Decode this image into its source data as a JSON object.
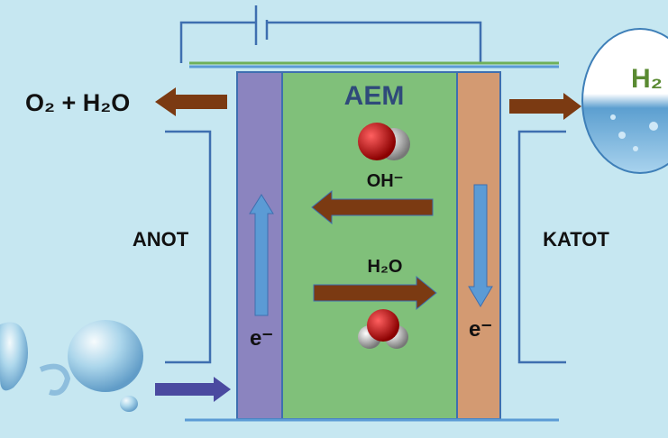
{
  "labels": {
    "anode_output": "O₂ + H₂O",
    "membrane": "AEM",
    "hydroxide": "OH⁻",
    "water": "H₂O",
    "anode": "ANOT",
    "cathode": "KATOT",
    "electron_left": "e⁻",
    "electron_right": "e⁻",
    "hydrogen": "H₂"
  },
  "colors": {
    "background": "#c6e7f1",
    "anode_layer": "#8b84bf",
    "membrane": "#80c07a",
    "cathode_layer": "#d39a72",
    "flow_arrow": "#7b3a12",
    "electron_arrow": "#5b9bd5",
    "wire": "#3e6fb0",
    "membrane_label": "#2f4a7a",
    "hydrogen_label": "#5a8a32"
  }
}
